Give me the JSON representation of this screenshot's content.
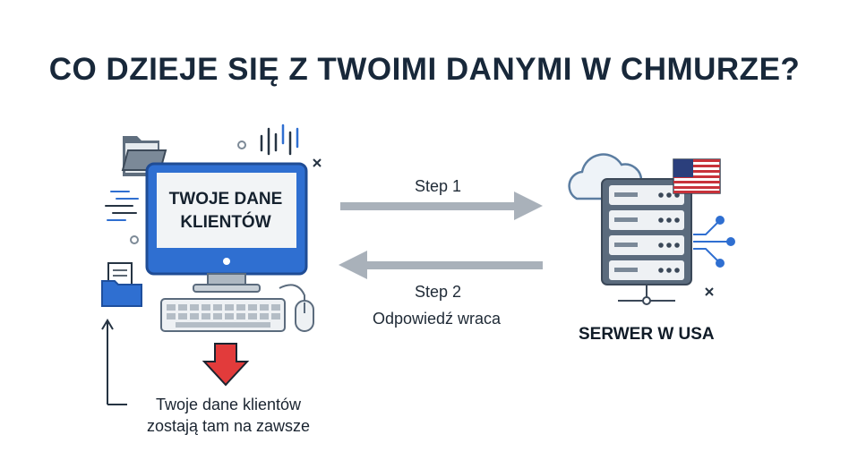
{
  "title": "CO DZIEJE SIĘ Z TWOIMI DANYMI W CHMURZE?",
  "computer": {
    "screen_line1": "TWOJE DANE",
    "screen_line2": "KLIENTÓW"
  },
  "flow": {
    "step1_label": "Step 1",
    "step2_label": "Step 2",
    "step2_caption": "Odpowiedź wraca"
  },
  "server": {
    "caption": "SERWER W USA"
  },
  "note": {
    "line1": "Twoje dane klientów",
    "line2": "zostają tam na zawsze"
  },
  "colors": {
    "primary_blue": "#2f6fd1",
    "server_gray": "#5b6b7d",
    "arrow_gray": "#a9b1ba",
    "alert_red": "#e23b3b"
  },
  "icons": [
    "folder-icon",
    "document-folder-icon",
    "computer-monitor-icon",
    "keyboard-icon",
    "mouse-icon",
    "cloud-icon",
    "server-rack-icon",
    "usa-flag-icon",
    "network-nodes-icon",
    "down-arrow-icon"
  ]
}
